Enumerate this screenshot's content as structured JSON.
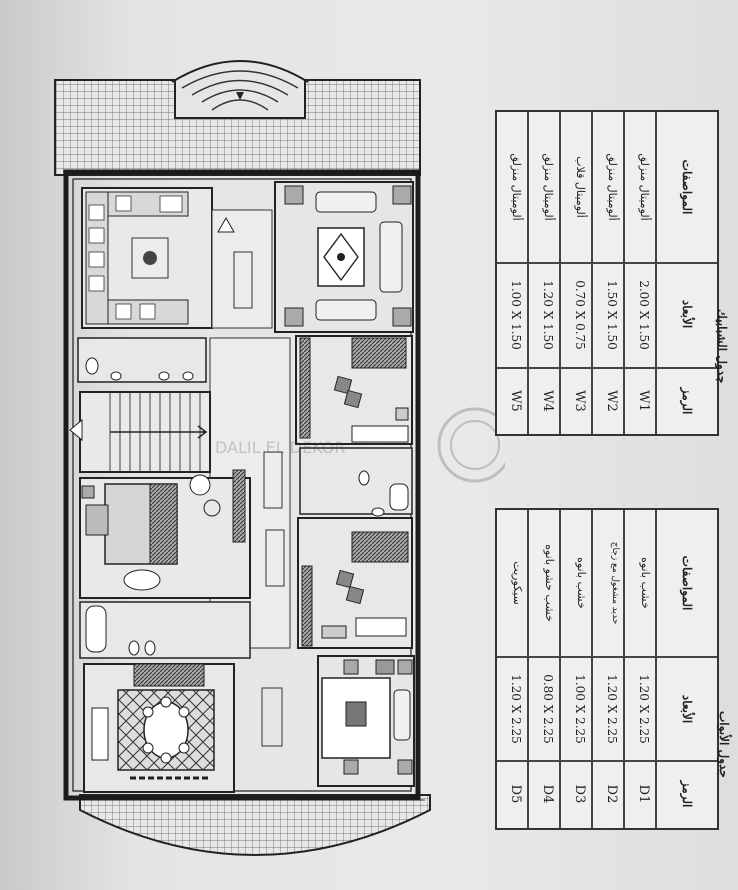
{
  "windows_table": {
    "title": "جدول الشبابيك",
    "headers": {
      "symbol": "الرمز",
      "dimension": "الأبعاد",
      "specs": "المواصفات"
    },
    "rows": [
      {
        "symbol": "W1",
        "dimension": "2.00 X 1.50",
        "specs": "ألوميتال منزلق"
      },
      {
        "symbol": "W2",
        "dimension": "1.50 X 1.50",
        "specs": "ألوميتال منزلق"
      },
      {
        "symbol": "W3",
        "dimension": "0.70 X 0.75",
        "specs": "ألوميتال قلاب"
      },
      {
        "symbol": "W4",
        "dimension": "1.20 X 1.50",
        "specs": "ألوميتال منزلق"
      },
      {
        "symbol": "W5",
        "dimension": "1.00 X 1.50",
        "specs": "ألوميتال منزلق"
      }
    ]
  },
  "doors_table": {
    "title": "جدول الأبواب",
    "headers": {
      "symbol": "الرمز",
      "dimension": "الأبعاد",
      "specs": "المواصفات"
    },
    "rows": [
      {
        "symbol": "D1",
        "dimension": "1.20 X 2.25",
        "specs": "خشب بانوه"
      },
      {
        "symbol": "D2",
        "dimension": "1.20 X 2.25",
        "specs": "حديد مشغول مع زجاج"
      },
      {
        "symbol": "D3",
        "dimension": "1.00 X 2.25",
        "specs": "خشب بانوه"
      },
      {
        "symbol": "D4",
        "dimension": "0.80 X 2.25",
        "specs": "خشب حشو بانوه"
      },
      {
        "symbol": "D5",
        "dimension": "1.20 X 2.25",
        "specs": "سيكوريت"
      }
    ]
  },
  "watermark": "DALIL EL DEKOR"
}
